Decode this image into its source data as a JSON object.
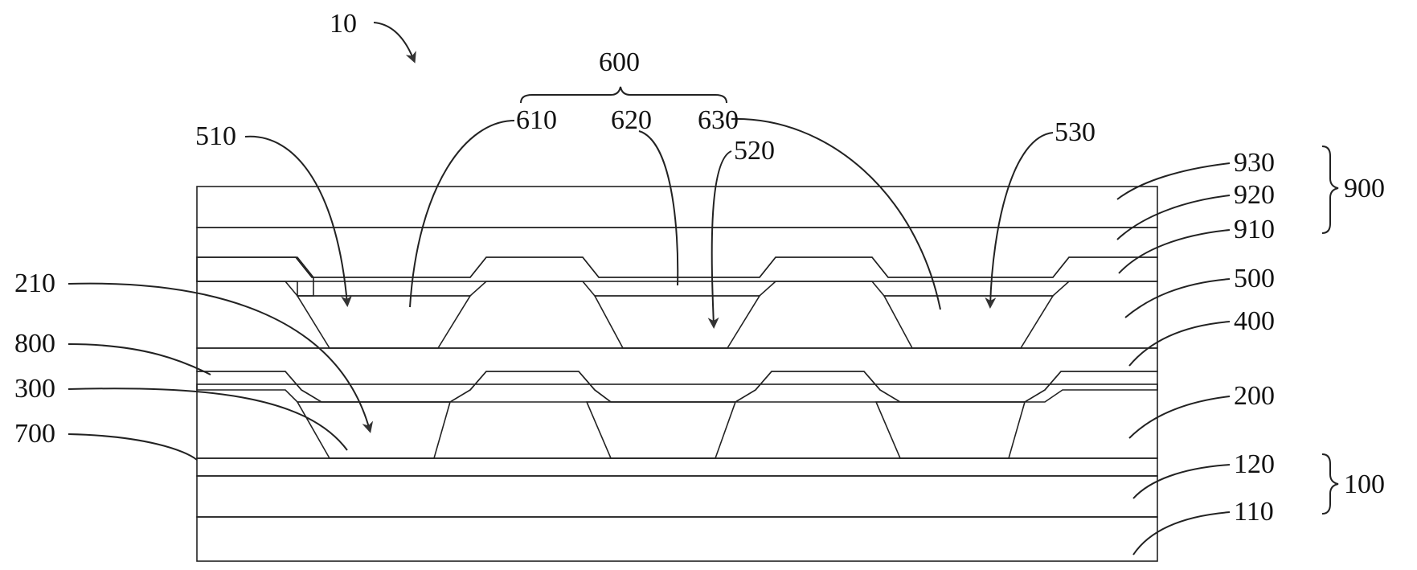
{
  "figure": {
    "device_ref": "10",
    "color_filter_group": "600",
    "encapsulation_group": "900",
    "substrate_group": "100"
  },
  "labels": {
    "l510": "510",
    "l610": "610",
    "l620": "620",
    "l630": "630",
    "l520": "520",
    "l530": "530",
    "l930": "930",
    "l920": "920",
    "l910": "910",
    "l500": "500",
    "l400": "400",
    "l200": "200",
    "l120": "120",
    "l110": "110",
    "l210": "210",
    "l800": "800",
    "l300": "300",
    "l700": "700"
  }
}
